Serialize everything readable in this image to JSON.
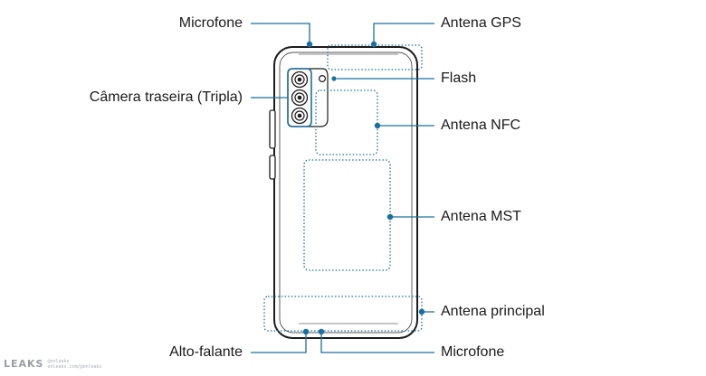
{
  "labels": {
    "microfone_top": "Microfone",
    "antena_gps": "Antena GPS",
    "flash": "Flash",
    "camera": "Câmera traseira (Tripla)",
    "antena_nfc": "Antena NFC",
    "antena_mst": "Antena MST",
    "antena_principal": "Antena principal",
    "alto_falante": "Alto-falante",
    "microfone_bottom": "Microfone"
  },
  "watermark": {
    "logo": "LEAKS",
    "line1": "@onleaks",
    "line2": "onleaks.com/@onleaks"
  },
  "colors": {
    "line": "#1c1c1c",
    "accent": "#1a6fa0",
    "text": "#1a1a1a"
  }
}
